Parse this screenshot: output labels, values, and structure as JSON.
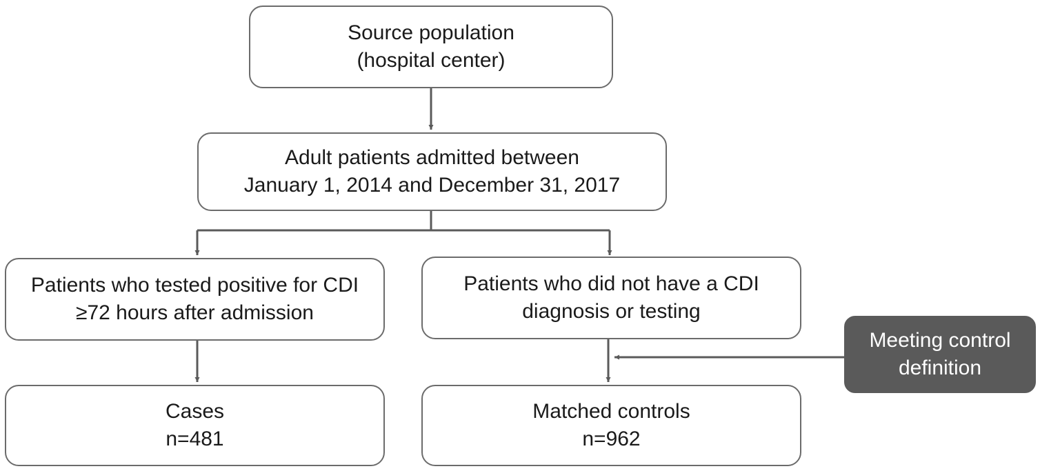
{
  "nodes": {
    "source": {
      "line1": "Source population",
      "line2": "(hospital center)"
    },
    "adults": {
      "line1": "Adult patients admitted between",
      "line2": "January 1, 2014 and December 31, 2017"
    },
    "positive": {
      "line1": "Patients who tested positive for CDI",
      "line2": "≥72 hours after admission"
    },
    "negative": {
      "line1": "Patients who did not have a CDI",
      "line2": "diagnosis or testing"
    },
    "cases": {
      "line1": "Cases",
      "line2": "n=481"
    },
    "controls": {
      "line1": "Matched controls",
      "line2": "n=962"
    },
    "criterion": {
      "line1": "Meeting control",
      "line2": "definition"
    }
  },
  "colors": {
    "border": "#6b6b6b",
    "arrow": "#5a5a5a",
    "dark_box": "#5a5a5a",
    "text": "#1a1a1a"
  }
}
